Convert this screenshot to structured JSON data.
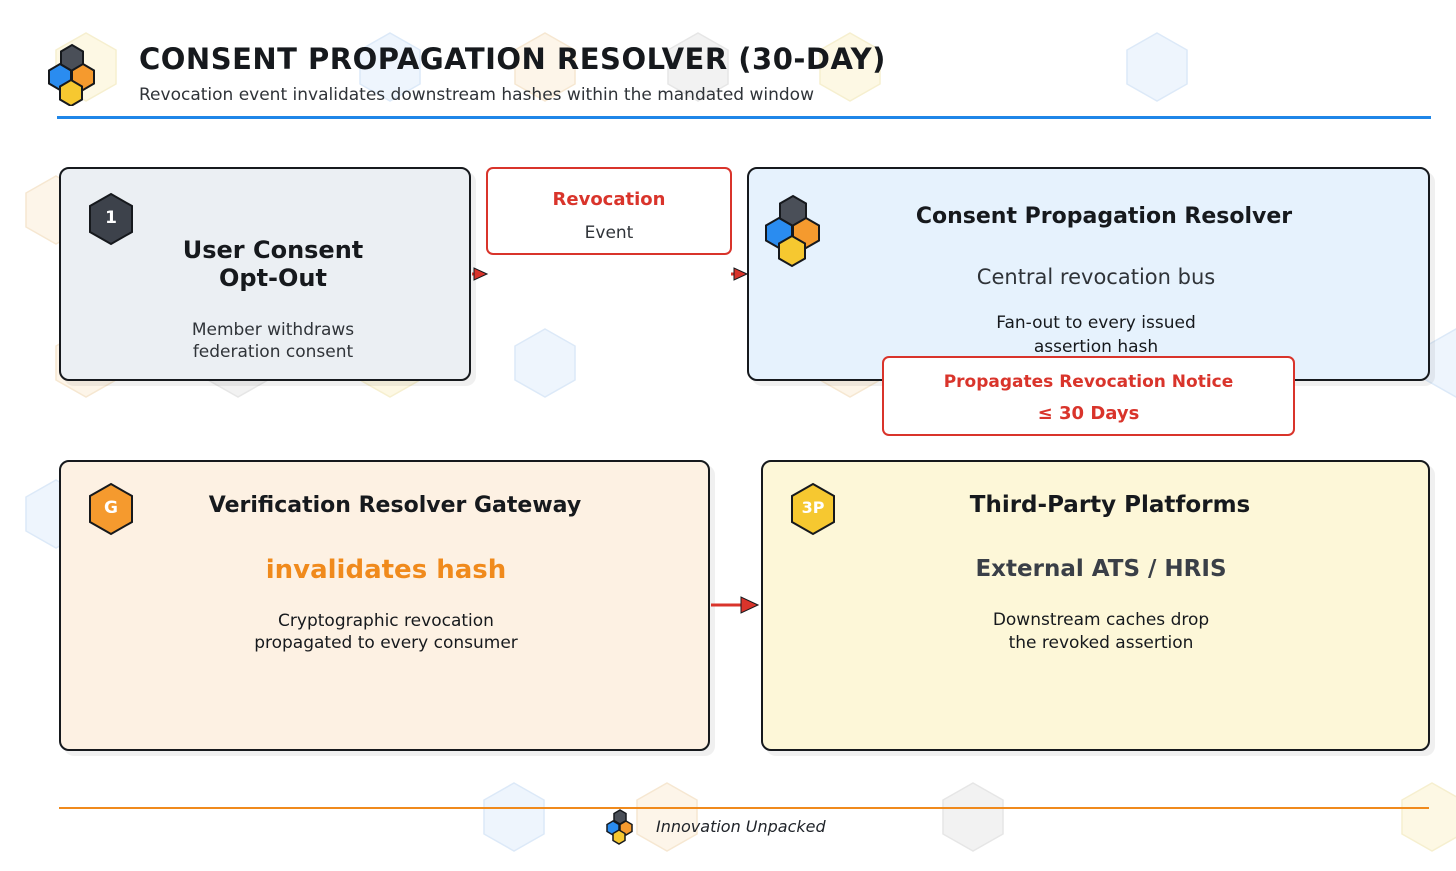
{
  "header": {
    "title": "CONSENT PROPAGATION RESOLVER (30-DAY)",
    "subtitle": "Revocation event invalidates downstream hashes within the mandated window"
  },
  "nodes": {
    "user_consent": {
      "badge": "1",
      "title_line1": "User Consent",
      "title_line2": "Opt-Out",
      "desc_line1": "Member withdraws",
      "desc_line2": "federation consent"
    },
    "resolver": {
      "title": "Consent Propagation Resolver",
      "subtitle": "Central revocation bus",
      "desc_line1": "Fan-out to every issued",
      "desc_line2": "assertion hash"
    },
    "gateway": {
      "badge": "G",
      "title": "Verification Resolver Gateway",
      "highlight": "invalidates hash",
      "desc_line1": "Cryptographic revocation",
      "desc_line2": "propagated to every consumer"
    },
    "third_party": {
      "badge": "3P",
      "title": "Third-Party Platforms",
      "subtitle": "External ATS / HRIS",
      "desc_line1": "Downstream caches drop",
      "desc_line2": "the revoked assertion"
    }
  },
  "edges": {
    "revocation_event": {
      "line1": "Revocation",
      "line2": "Event"
    },
    "propagates_notice": {
      "line1": "Propagates Revocation Notice",
      "line2": "≤ 30 Days"
    }
  },
  "footer": {
    "brand": "Innovation Unpacked"
  },
  "colors": {
    "accent_blue": "#1f86e8",
    "accent_orange": "#f08a1c",
    "accent_red": "#d9342b",
    "card_gray": "#ebeff3",
    "card_blue": "#e6f2fd",
    "card_orange": "#fdf1e3",
    "card_yellow": "#fdf7d8"
  }
}
